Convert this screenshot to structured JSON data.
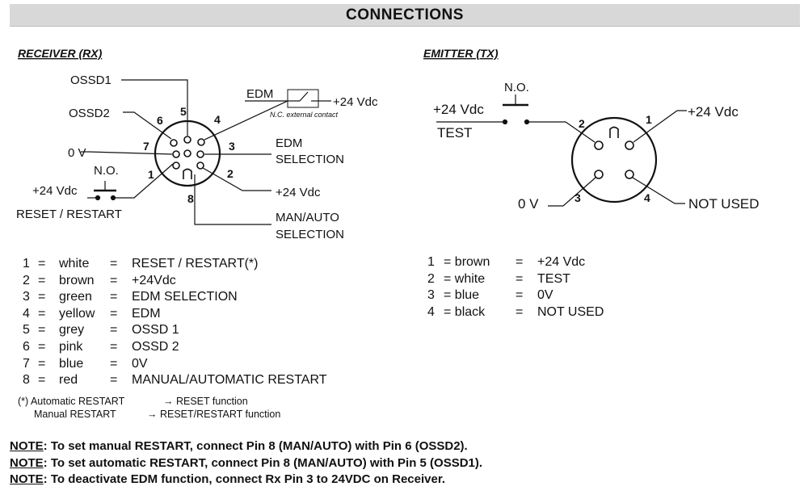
{
  "title": "CONNECTIONS",
  "receiver": {
    "heading": "RECEIVER (RX)",
    "labels": {
      "ossd1": "OSSD1",
      "ossd2": "OSSD2",
      "zero_v": "0 V",
      "supply": "+24 Vdc",
      "no": "N.O.",
      "reset": "RESET / RESTART",
      "edm": "EDM",
      "edm_supply": "+24 Vdc",
      "nc_contact": "N.C. external contact",
      "edm_sel_1": "EDM",
      "edm_sel_2": "SELECTION",
      "pin2_supply": "+24 Vdc",
      "manauto_1": "MAN/AUTO",
      "manauto_2": "SELECTION"
    },
    "pins": [
      "1",
      "2",
      "3",
      "4",
      "5",
      "6",
      "7",
      "8"
    ],
    "table": [
      {
        "pin": "1",
        "eq": "=",
        "color": "white",
        "eq2": "=",
        "function": "RESET / RESTART(*)"
      },
      {
        "pin": "2",
        "eq": "=",
        "color": "brown",
        "eq2": "=",
        "function": "+24Vdc"
      },
      {
        "pin": "3",
        "eq": "=",
        "color": "green",
        "eq2": "=",
        "function": "EDM SELECTION"
      },
      {
        "pin": "4",
        "eq": "=",
        "color": "yellow",
        "eq2": "=",
        "function": "EDM"
      },
      {
        "pin": "5",
        "eq": "=",
        "color": "grey",
        "eq2": "=",
        "function": "OSSD 1"
      },
      {
        "pin": "6",
        "eq": "=",
        "color": "pink",
        "eq2": "=",
        "function": "OSSD 2"
      },
      {
        "pin": "7",
        "eq": "=",
        "color": "blue",
        "eq2": "=",
        "function": "0V"
      },
      {
        "pin": "8",
        "eq": "=",
        "color": "red",
        "eq2": "=",
        "function": "MANUAL/AUTOMATIC RESTART"
      }
    ],
    "footnote": [
      {
        "left": "(*) Automatic RESTART",
        "right": "→ RESET function"
      },
      {
        "left": "Manual RESTART",
        "right": "→ RESET/RESTART function"
      }
    ]
  },
  "emitter": {
    "heading": "EMITTER (TX)",
    "labels": {
      "no": "N.O.",
      "supply_left": "+24 Vdc",
      "test": "TEST",
      "supply_right": "+24 Vdc",
      "zero_v": "0 V",
      "not_used": "NOT USED"
    },
    "pins": [
      "1",
      "2",
      "3",
      "4"
    ],
    "table": [
      {
        "pin": "1",
        "eq": "= brown",
        "eq2": "=",
        "function": "+24 Vdc"
      },
      {
        "pin": "2",
        "eq": "= white",
        "eq2": "=",
        "function": "TEST"
      },
      {
        "pin": "3",
        "eq": "= blue",
        "eq2": "=",
        "function": "0V"
      },
      {
        "pin": "4",
        "eq": "=  black",
        "eq2": "=",
        "function": "NOT USED"
      }
    ]
  },
  "notes": [
    {
      "label": "NOTE",
      "text": ": To set manual RESTART, connect Pin 8 (MAN/AUTO) with Pin 6 (OSSD2)."
    },
    {
      "label": "NOTE",
      "text": ": To set automatic RESTART, connect Pin 8 (MAN/AUTO) with Pin 5 (OSSD1)."
    },
    {
      "label": "NOTE",
      "text": ": To deactivate EDM function, connect Rx Pin 3 to 24VDC on Receiver."
    }
  ]
}
